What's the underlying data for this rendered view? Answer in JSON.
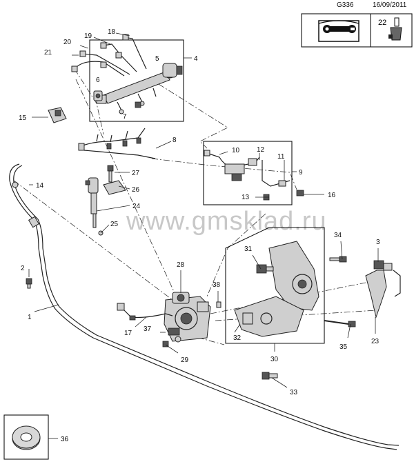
{
  "header": {
    "code": "G336",
    "date": "16/09/2011"
  },
  "watermark": "www.gmsklad.ru",
  "legend": {
    "manual_icon": "manual-wrench-icon",
    "tool_label": "22",
    "tool_icon": "sealant-tube-icon"
  },
  "callouts": [
    "1",
    "2",
    "3",
    "4",
    "5",
    "6",
    "7",
    "8",
    "9",
    "10",
    "11",
    "12",
    "13",
    "14",
    "15",
    "16",
    "17",
    "18",
    "19",
    "20",
    "21",
    "22",
    "23",
    "24",
    "25",
    "26",
    "27",
    "28",
    "29",
    "30",
    "31",
    "32",
    "33",
    "34",
    "35",
    "36",
    "37",
    "38"
  ],
  "inset": {
    "label": "36",
    "icon": "seal-ring-icon"
  }
}
